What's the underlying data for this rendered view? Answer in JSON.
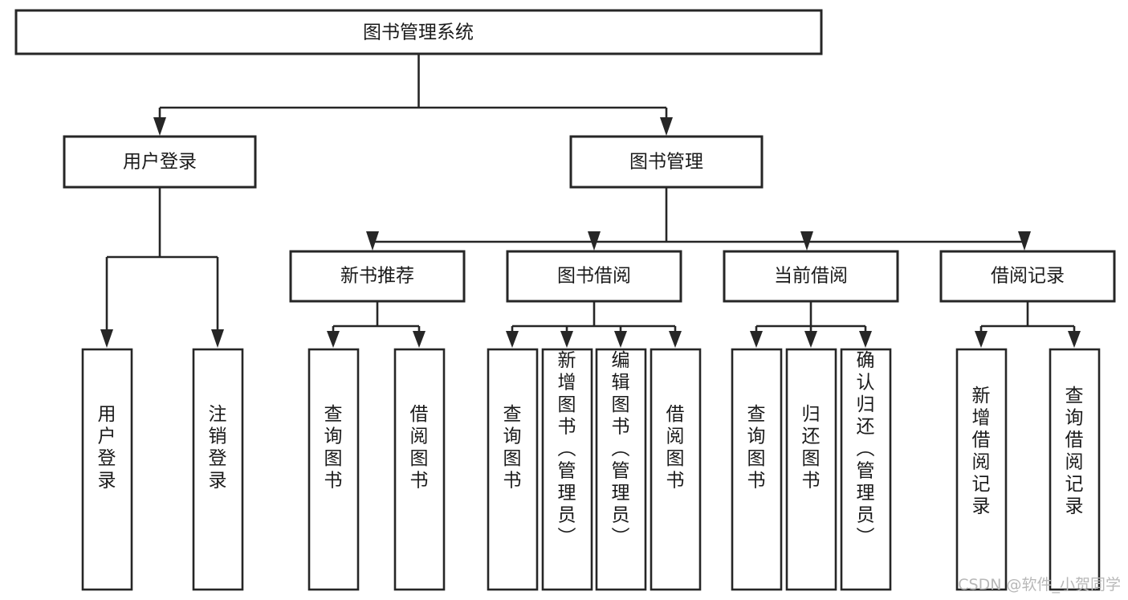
{
  "diagram": {
    "title": "图书管理系统",
    "type": "tree-hierarchy",
    "orientation": "top-down",
    "colors": {
      "stroke": "#262626",
      "fill": "#ffffff",
      "text": "#1a1a1a",
      "watermark": "#b8b8b8"
    },
    "root": {
      "label": "图书管理系统"
    },
    "level2": [
      {
        "label": "用户登录"
      },
      {
        "label": "图书管理"
      }
    ],
    "level3": [
      {
        "label": "新书推荐"
      },
      {
        "label": "图书借阅"
      },
      {
        "label": "当前借阅"
      },
      {
        "label": "借阅记录"
      }
    ],
    "leaves": {
      "user_login": [
        {
          "label": "用户登录"
        },
        {
          "label": "注销登录"
        }
      ],
      "new_book_recommend": [
        {
          "label": "查询图书"
        },
        {
          "label": "借阅图书"
        }
      ],
      "book_borrow": [
        {
          "label": "查询图书"
        },
        {
          "label": "新增图书（管理员）"
        },
        {
          "label": "编辑图书（管理员）"
        },
        {
          "label": "借阅图书"
        }
      ],
      "current_borrow": [
        {
          "label": "查询图书"
        },
        {
          "label": "归还图书"
        },
        {
          "label": "确认归还（管理员）"
        }
      ],
      "borrow_record": [
        {
          "label": "新增借阅记录"
        },
        {
          "label": "查询借阅记录"
        }
      ]
    }
  },
  "watermark": {
    "label": "CSDN @软件_小贺同学"
  }
}
